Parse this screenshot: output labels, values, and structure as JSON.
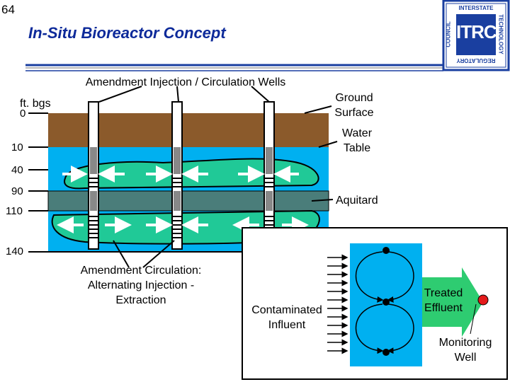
{
  "slide_number": "64",
  "title": "In-Situ Bioreactor Concept",
  "labels": {
    "wells": "Amendment Injection / Circulation Wells",
    "depth_unit": "ft. bgs",
    "ground_surface": "Ground Surface",
    "water_table": "Water Table",
    "aquitard": "Aquitard",
    "amendment_circulation": "Amendment Circulation: Alternating Injection - Extraction",
    "contaminated_influent": "Contaminated Influent",
    "treated_effluent": "Treated Effluent",
    "monitoring_well": "Monitoring Well"
  },
  "depths": [
    "0",
    "10",
    "40",
    "90",
    "110",
    "140"
  ],
  "logo": {
    "acronym": "ITRC",
    "top_text": "INTERSTATE",
    "right_text": "TECHNOLOGY",
    "bottom_text": "REGULATORY",
    "left_text": "COUNCIL"
  },
  "colors": {
    "title": "#0d2a9a",
    "soil": "#8b5a2b",
    "water": "#00b0f0",
    "aquitard": "#4a7d7a",
    "plume": "#20c997",
    "arrow_green": "#2ecc71",
    "monitoring_dot": "#e31b1b"
  }
}
